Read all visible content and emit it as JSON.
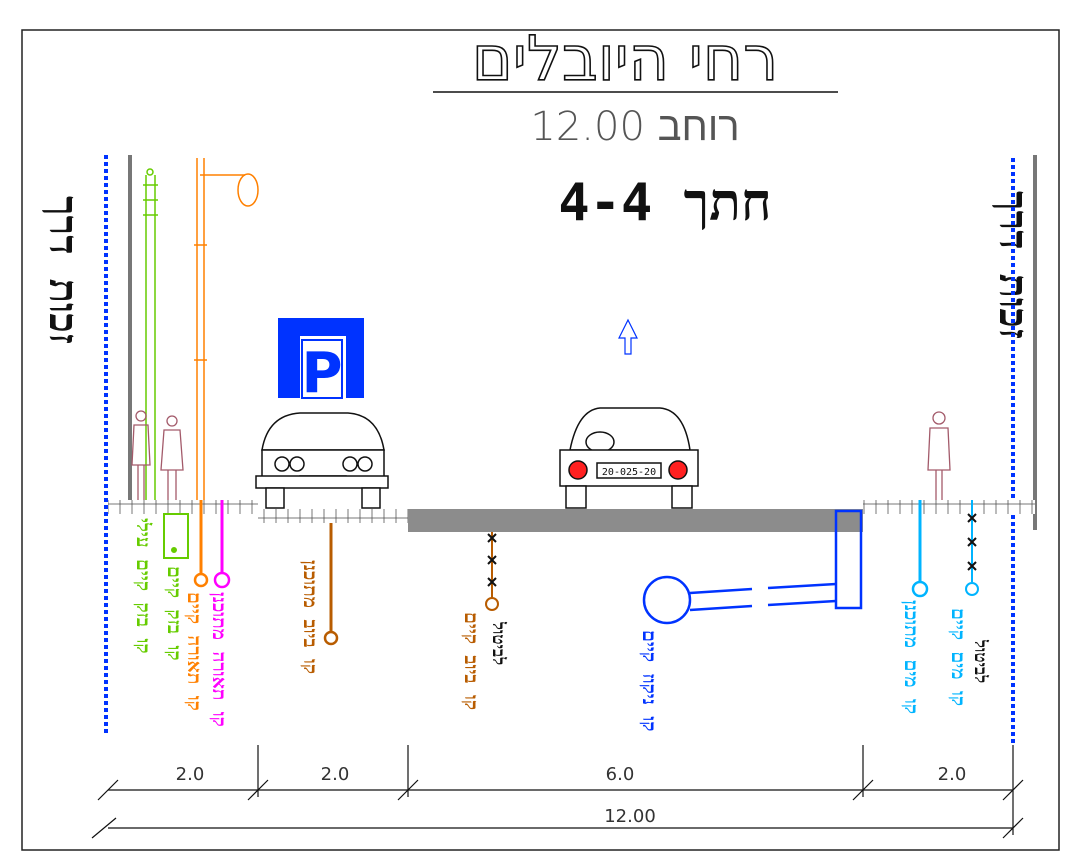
{
  "title": "רחי היובלים",
  "subtitle": "רוחב 12.00",
  "section_label": "חתך 4-4",
  "row_right_label": "זכות דרך",
  "row_left_label": "זכות דרך",
  "plate_text": "20-025-20",
  "parking_sign": "P",
  "utility_labels": {
    "telecom_overhead": "קו בזק קיים עילי",
    "telecom_existing": "קו בזק קיים",
    "lighting_existing": "קו תאורה קיים",
    "lighting_planned": "קו תאורה מתוכנן",
    "sewer_planned": "קו ביוב מתוכנן",
    "sewer_existing": "קו ביוב קיים",
    "sewer_cancel_note": "לביטול",
    "drainage_existing": "קו ניקוז קיים",
    "water_planned": "קו מים מתוכנן",
    "water_existing": "קו מים קיים",
    "water_cancel_note": "לביטול"
  },
  "dimensions": {
    "left_sidewalk": "2.0",
    "parking": "2.0",
    "roadway": "6.0",
    "right_sidewalk": "2.0",
    "total": "12.00"
  },
  "colors": {
    "telecom": "#66cc00",
    "lighting_existing": "#ff8000",
    "lighting_planned": "#ff00ff",
    "sewer": "#b85c00",
    "drainage": "#0033ff",
    "water": "#00b4ff",
    "row_line": "#0033ff",
    "parking_sign": "#0033ff",
    "road_surface": "#8c8c8c",
    "figure": "#a35a6a"
  }
}
